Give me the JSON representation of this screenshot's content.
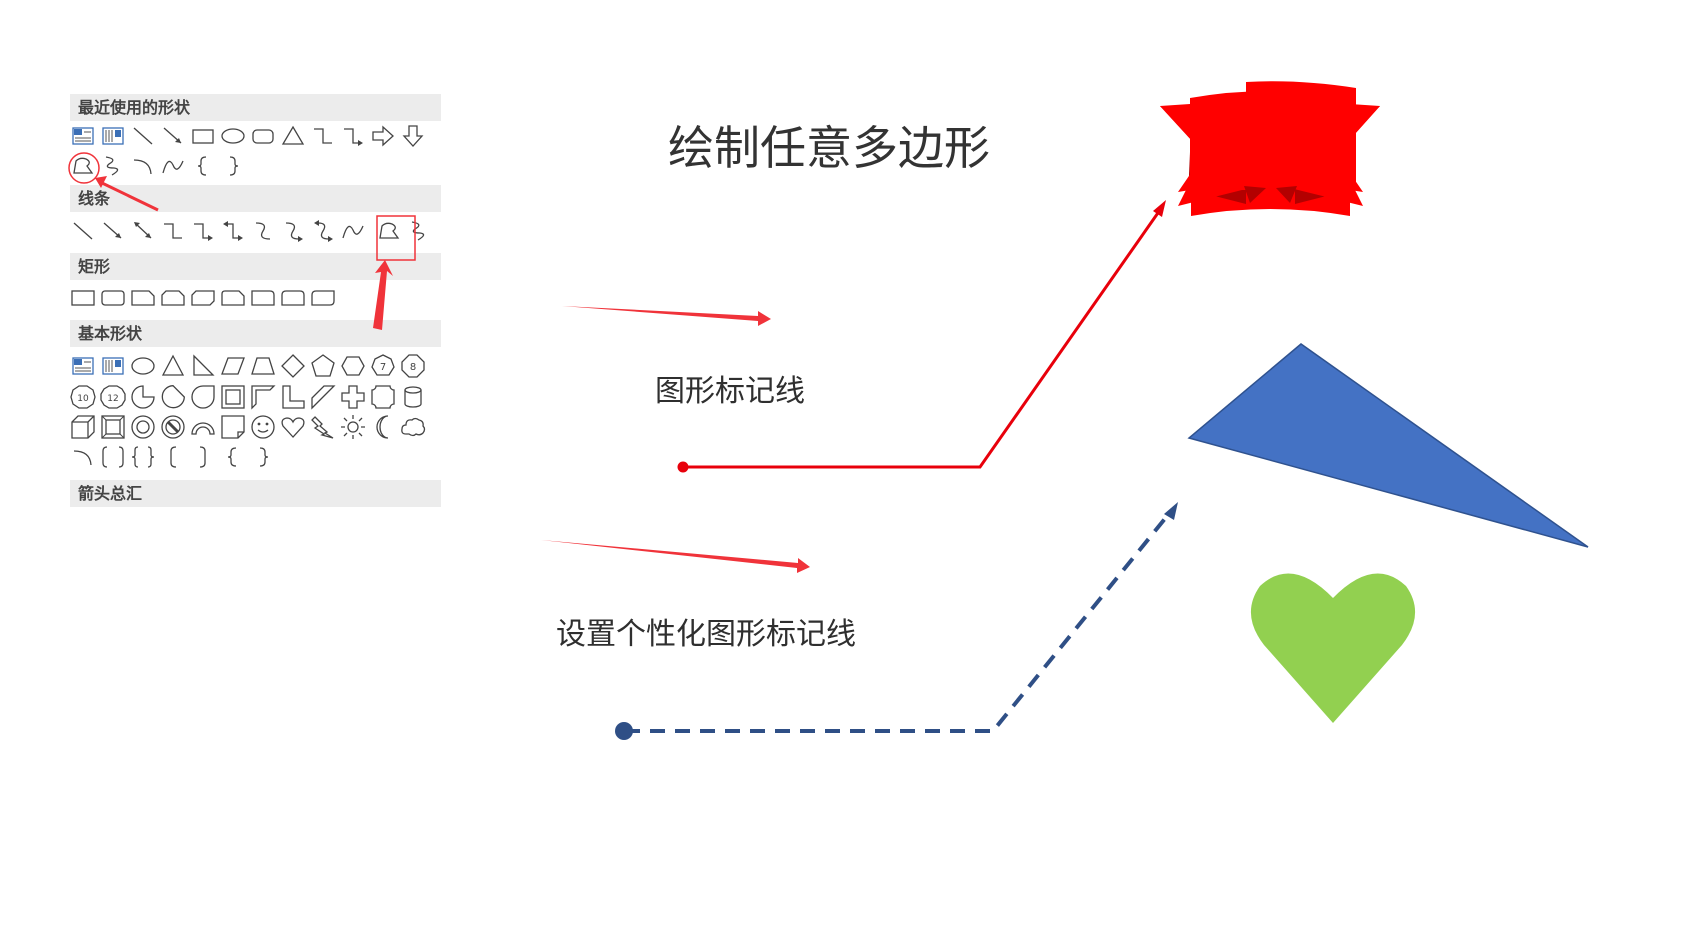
{
  "slide": {
    "title": "绘制任意多边形",
    "label_marker_line": "图形标记线",
    "label_custom_marker_line": "设置个性化图形标记线"
  },
  "gallery": {
    "sections": [
      {
        "key": "recent",
        "title": "最近使用的形状"
      },
      {
        "key": "lines",
        "title": "线条"
      },
      {
        "key": "rect",
        "title": "矩形"
      },
      {
        "key": "basic",
        "title": "基本形状"
      },
      {
        "key": "arrows",
        "title": "箭头总汇"
      }
    ],
    "shape_labels": {
      "octagon_7": "7",
      "octagon_8": "8",
      "octagon_10": "10",
      "octagon_12": "12"
    },
    "selected_shape": "freeform-shape"
  },
  "colors": {
    "annotation_red": "#f0333a",
    "marker_line_red": "#e8000b",
    "custom_line_navy": "#2f4f86",
    "ribbon_red": "#ff0000",
    "ribbon_dark": "#b30000",
    "triangle_blue": "#4472c4",
    "triangle_edge": "#2f528f",
    "heart_green": "#92d050",
    "section_bg": "#ececec"
  }
}
